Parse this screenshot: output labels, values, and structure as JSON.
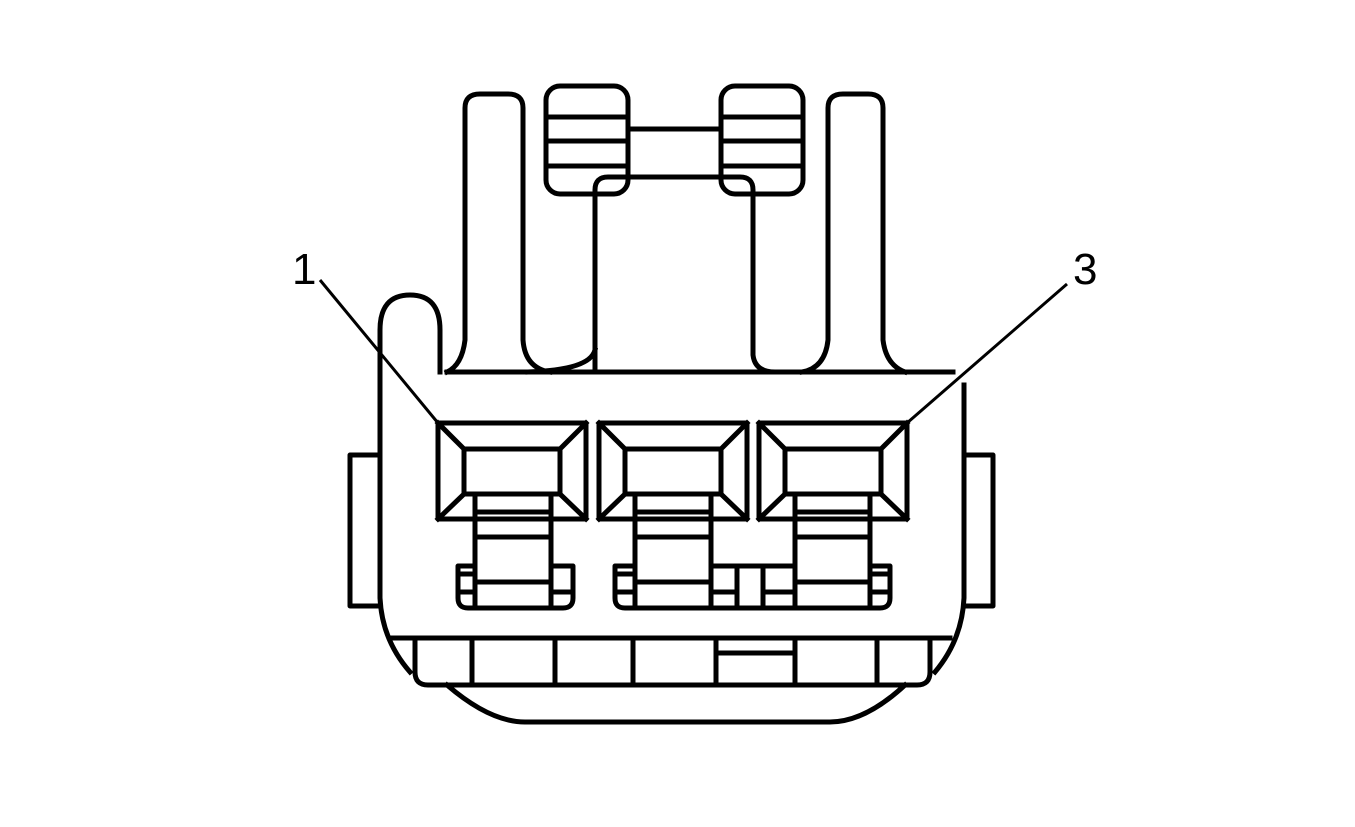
{
  "diagram": {
    "type": "connector-face-view",
    "stroke_color": "#000000",
    "background": "#ffffff",
    "callouts": [
      {
        "label": "1",
        "target": "cavity-1"
      },
      {
        "label": "3",
        "target": "cavity-3"
      }
    ],
    "cavities": [
      {
        "id": "cavity-1"
      },
      {
        "id": "cavity-2"
      },
      {
        "id": "cavity-3"
      }
    ]
  }
}
